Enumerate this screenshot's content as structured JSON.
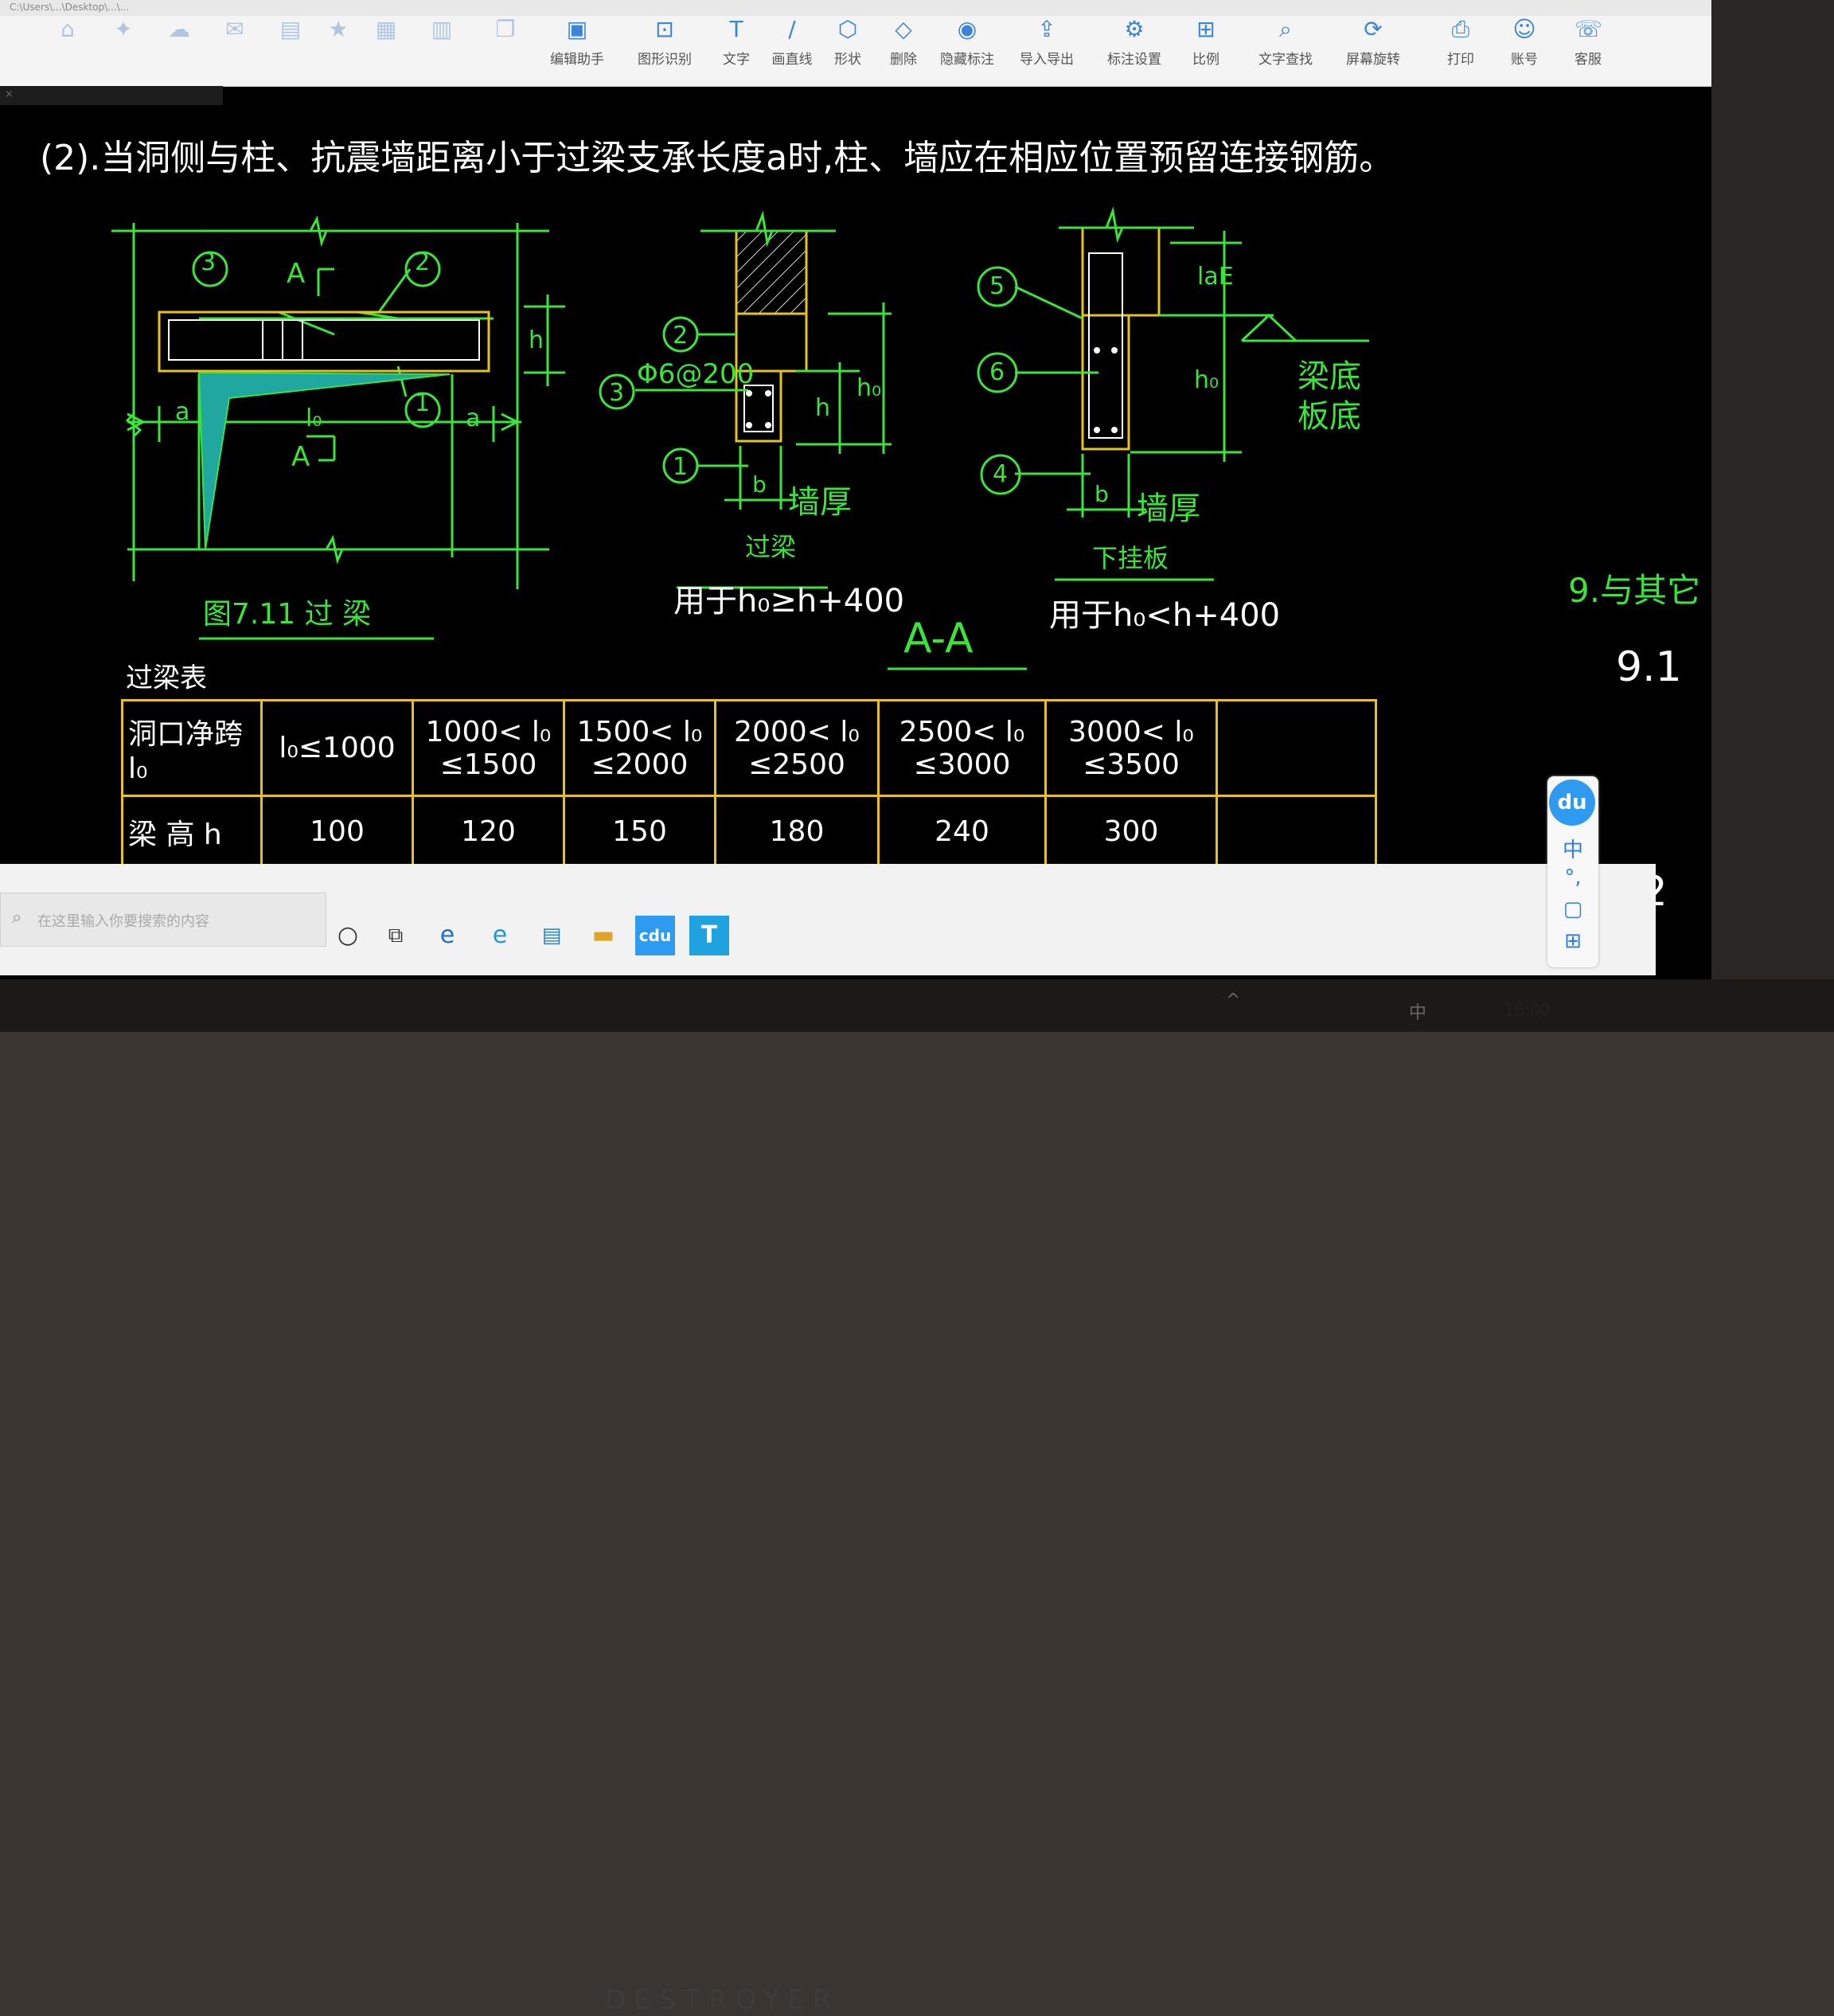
{
  "toolbar": {
    "path": "C:\\Users\\...\\Desktop\\...\\...",
    "tools": [
      {
        "label": "",
        "icon": "home-icon"
      },
      {
        "label": "",
        "icon": "pin-icon"
      },
      {
        "label": "",
        "icon": "cloud-icon"
      },
      {
        "label": "",
        "icon": "chat-icon"
      },
      {
        "label": "",
        "icon": "save-icon"
      },
      {
        "label": "",
        "icon": "vip-icon"
      },
      {
        "label": "",
        "icon": "measure-icon"
      },
      {
        "label": "",
        "icon": "stats-icon"
      },
      {
        "label": "",
        "icon": "compare-icon"
      },
      {
        "label": "编辑助手",
        "icon": "edit-assistant-icon"
      },
      {
        "label": "图形识别",
        "icon": "shape-recognize-icon"
      },
      {
        "label": "文字",
        "icon": "text-tool-icon"
      },
      {
        "label": "画直线",
        "icon": "line-tool-icon"
      },
      {
        "label": "形状",
        "icon": "shape-tool-icon"
      },
      {
        "label": "删除",
        "icon": "eraser-icon"
      },
      {
        "label": "隐藏标注",
        "icon": "hide-annotation-icon"
      },
      {
        "label": "导入导出",
        "icon": "import-export-icon"
      },
      {
        "label": "标注设置",
        "icon": "annotation-settings-icon"
      },
      {
        "label": "比例",
        "icon": "scale-icon"
      },
      {
        "label": "文字查找",
        "icon": "text-search-icon"
      },
      {
        "label": "屏幕旋转",
        "icon": "screen-rotate-icon"
      },
      {
        "label": "打印",
        "icon": "print-icon"
      },
      {
        "label": "账号",
        "icon": "account-icon"
      },
      {
        "label": "客服",
        "icon": "support-icon"
      }
    ]
  },
  "drawing": {
    "heading": "(2).当洞侧与柱、抗震墙距离小于过梁支承长度a时,柱、墙应在相应位置预留连接钢筋。",
    "elevation": {
      "caption": "图7.11  过  梁",
      "markers": [
        "1",
        "2",
        "3"
      ],
      "section_mark": "A",
      "dim_a": "a",
      "dim_l0": "l₀",
      "dim_h": "h"
    },
    "section1": {
      "markers": [
        "1",
        "2",
        "3"
      ],
      "stirrup": "Φ6@200",
      "dim_h": "h",
      "dim_h0": "h₀",
      "dim_b": "b",
      "wall": "墙厚",
      "label": "过梁",
      "rule": "用于h₀≥h+400"
    },
    "section2": {
      "markers": [
        "4",
        "5",
        "6"
      ],
      "dim_lae": "laE",
      "dim_h0": "h₀",
      "dim_b": "b",
      "wall": "墙厚",
      "side_note": [
        "梁底",
        "板底"
      ],
      "label": "下挂板",
      "rule": "用于h₀<h+400"
    },
    "section_title": "A-A",
    "right_notes": [
      "9.与其它",
      "9.1",
      "9.2"
    ]
  },
  "table": {
    "title": "过梁表",
    "row1_header": "洞口净跨  l₀",
    "row2_header": "梁 高  h",
    "spans": [
      "l₀≤1000",
      "1000< l₀ ≤1500",
      "1500< l₀ ≤2000",
      "2000< l₀ ≤2500",
      "2500< l₀ ≤3000",
      "3000< l₀ ≤3500",
      ""
    ],
    "heights": [
      "100",
      "120",
      "150",
      "180",
      "240",
      "300",
      ""
    ]
  },
  "taskbar": {
    "search_placeholder": "在这里输入你要搜索的内容",
    "apps": [
      "cortana-icon",
      "task-view-icon",
      "ie-icon",
      "edge-icon",
      "store-icon",
      "explorer-icon",
      "du-app-icon",
      "t-app-icon"
    ],
    "tray": [
      "^",
      "中"
    ],
    "clock": "16:00"
  },
  "ime": {
    "logo": "du",
    "items": [
      "中",
      "°,",
      "▢",
      "⊞"
    ]
  },
  "monitor_brand": "DESTROYER"
}
